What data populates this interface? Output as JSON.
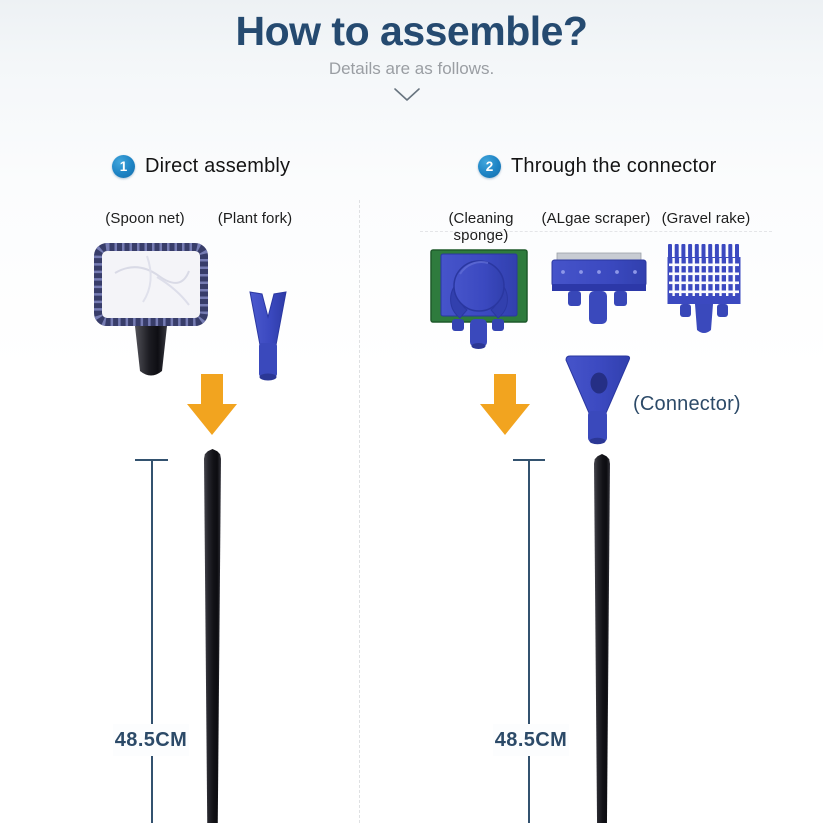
{
  "header": {
    "title": "How to assemble?",
    "subtitle": "Details are as follows."
  },
  "left_section": {
    "step_number": "1",
    "step_title": "Direct assembly",
    "labels": {
      "spoon_net": "(Spoon net)",
      "plant_fork": "(Plant fork)"
    },
    "measurement": "48.5CM"
  },
  "right_section": {
    "step_number": "2",
    "step_title": "Through the connector",
    "labels": {
      "cleaning_sponge": "(Cleaning sponge)",
      "algae_scraper": "(ALgae scraper)",
      "gravel_rake": "(Gravel rake)"
    },
    "connector": "(Connector)",
    "measurement": "48.5CM"
  },
  "icons": {
    "chevron_down": "chevron-down-icon",
    "arrow_down": "down-arrow-icon"
  },
  "colors": {
    "title_navy": "#254a70",
    "subtitle_gray": "#9a9ea3",
    "step_badge_blue": "#1d83c4",
    "accent_orange": "#f2a41f",
    "tool_blue": "#3b49c0",
    "sponge_green": "#2e7b3d",
    "measurement_navy": "#2c4a68",
    "pole_black": "#141419"
  }
}
